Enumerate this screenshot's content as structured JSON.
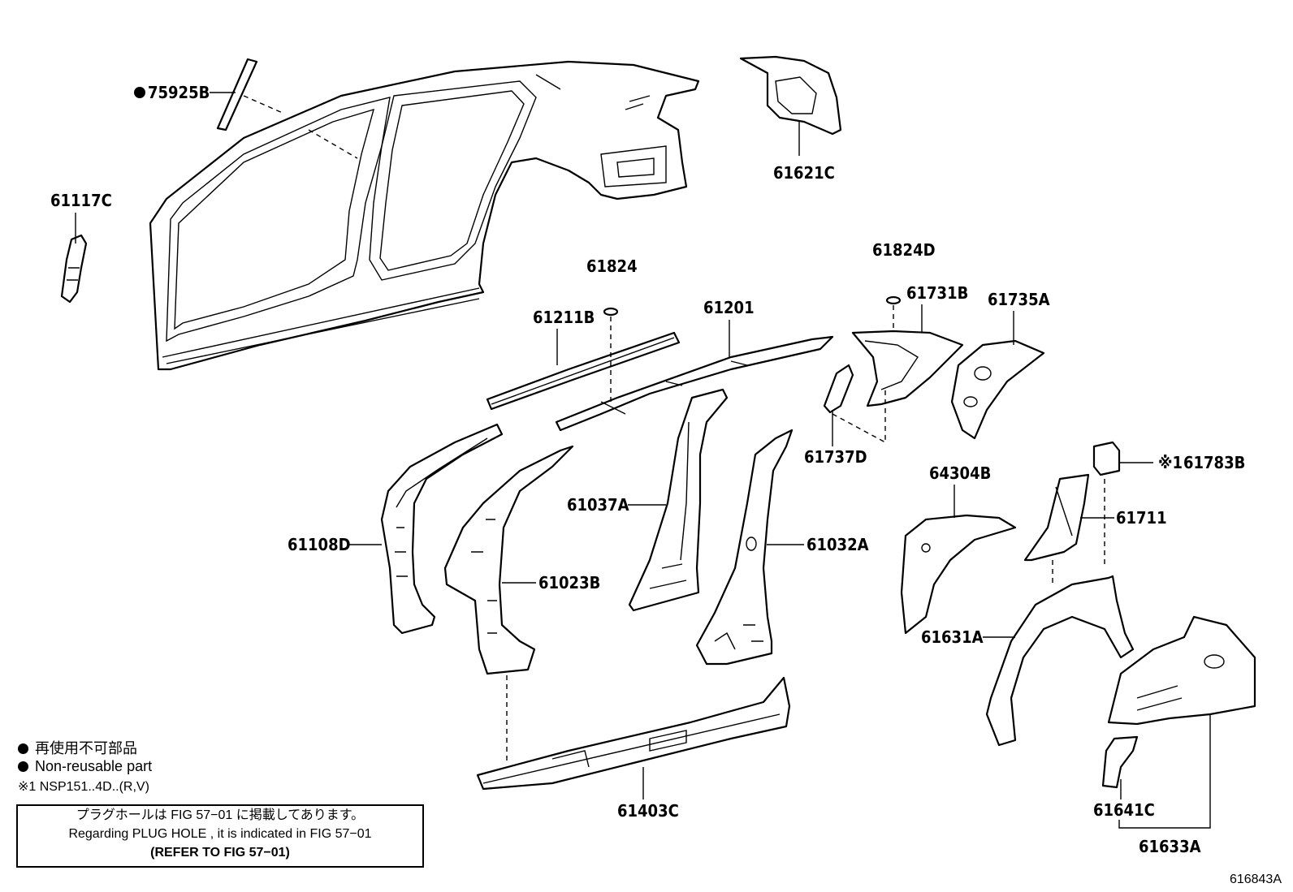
{
  "parts": {
    "p75925B": "75925B",
    "p61117C": "61117C",
    "p61621C": "61621C",
    "p61824": "61824",
    "p61211B": "61211B",
    "p61201": "61201",
    "p61824D": "61824D",
    "p61731B": "61731B",
    "p61735A": "61735A",
    "p61737D": "61737D",
    "p64304B": "64304B",
    "p61783B": "61783B",
    "p61711": "61711",
    "p61108D": "61108D",
    "p61023B": "61023B",
    "p61037A": "61037A",
    "p61032A": "61032A",
    "p61631A": "61631A",
    "p61403C": "61403C",
    "p61641C": "61641C",
    "p61633A": "61633A"
  },
  "markers": {
    "non_reusable": "●",
    "note1": "※1"
  },
  "legend": {
    "jp_label": "再使用不可部品",
    "en_label": "Non-reusable part",
    "note1_text": "※1 NSP151..4D..(R,V)"
  },
  "note_box": {
    "line1": "プラグホールは FIG 57−01 に掲載してあります。",
    "line2": "Regarding  PLUG  HOLE , it is indicated in FIG  57−01",
    "line3": "(REFER  TO  FIG  57−01)"
  },
  "figure_code": "616843A"
}
